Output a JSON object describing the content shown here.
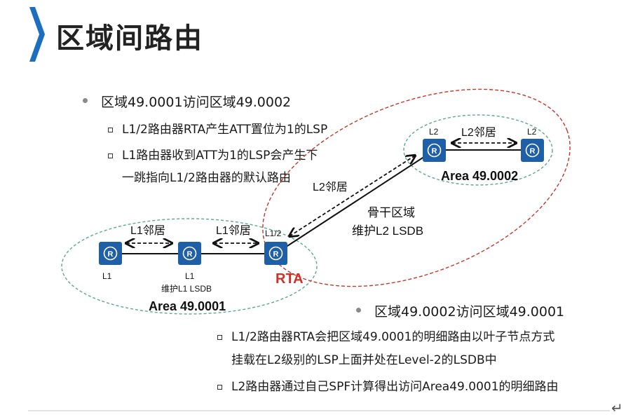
{
  "title": "区域间路由",
  "section1": {
    "bullet": "区域49.0001访问区域49.0002",
    "items": [
      "L1/2路由器RTA产生ATT置位为1的LSP",
      "L1路由器收到ATT为1的LSP会产生下",
      "一跳指向L1/2路由器的默认路由"
    ]
  },
  "diagram": {
    "area1_label": "Area 49.0001",
    "area2_label": "Area 49.0002",
    "rta_label": "RTA",
    "router_glyph": "R",
    "r1_level": "L1",
    "r2_level": "L1",
    "r2_note": "维护L1 LSDB",
    "rta_level": "L1/2",
    "r3_level": "L2",
    "r4_level": "L2",
    "l1_neighbor_a": "L1邻居",
    "l1_neighbor_b": "L1邻居",
    "l2_neighbor_diag": "L2邻居",
    "l2_neighbor_top": "L2邻居",
    "backbone_line1": "骨干区域",
    "backbone_line2": "维护L2 LSDB"
  },
  "section2": {
    "bullet": "区域49.0002访问区域49.0001",
    "items": [
      "L1/2路由器RTA会把区域49.0001的明细路由以叶子节点方式",
      "挂载在L2级别的LSP上面并处在Level-2的LSDB中",
      "L2路由器通过自己SPF计算得出访问Area49.0001的明细路由"
    ]
  },
  "colors": {
    "router_blue": "#1f5fa8",
    "green_dash": "#5aaa8a",
    "red_dash": "#c0392b",
    "rta_red": "#d0302a"
  },
  "footer": {
    "return_symbol": "↵"
  }
}
